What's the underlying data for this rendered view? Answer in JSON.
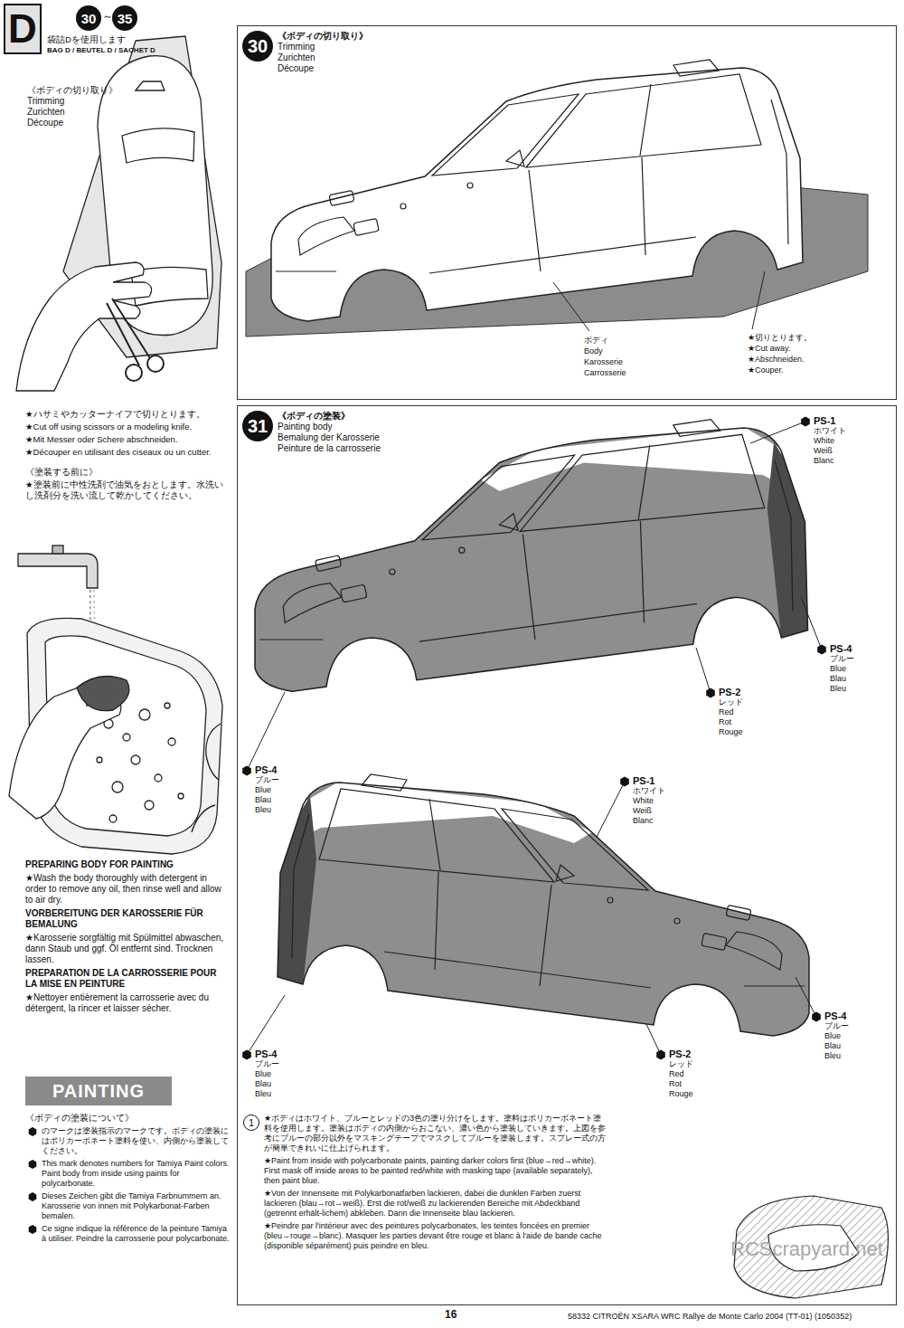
{
  "diagram": {
    "nodes": [
      {
        "text": [
          "D"
        ]
      },
      {
        "text": [
          "30"
        ]
      },
      {
        "text": [
          "35"
        ]
      },
      {
        "text": [
          "《ボディの切り取り》",
          "Trimming",
          "Zurichten",
          "Découpe"
        ]
      },
      {
        "text": [
          "30"
        ],
        "in": 3
      },
      {
        "text": [
          "《ボディの塗装》",
          "Painting body",
          "Bemalung der Karosserie",
          "Peinture de la carrosserie"
        ]
      },
      {
        "text": [
          "31"
        ],
        "in": 5
      },
      {
        "text": [
          "PAINTING"
        ]
      },
      {
        "text": [
          "1"
        ],
        "in": 5
      }
    ],
    "labels": [
      "～",
      "袋詰Dを使用します",
      "BAG D / BEUTEL D / SACHET D",
      "《ボディの切り取り》",
      "Trimming",
      "Zurichten",
      "Découpe",
      "★ハサミやカッターナイフで切りとります。",
      "★Cut off using scissors or a modeling knife.",
      "★Mit Messer oder Schere abschneiden.",
      "★Découper en utilisant des ciseaux ou un cutter.",
      "《塗装する前に》",
      "★塗装前に中性洗剤で油気をおとします。水洗いし洗剤分を洗い流して乾かしてください。",
      "PREPARING BODY FOR PAINTING",
      "★Wash the body thoroughly with detergent in order to remove any oil, then rinse well and allow to air dry.",
      "VORBEREITUNG DER KAROSSERIE FÜR BEMALUNG",
      "★Karosserie sorgfältig mit Spülmittel abwaschen, dann Staub und ggf. Öl entfernt sind. Trocknen lassen.",
      "PREPARATION DE LA CARROSSERIE POUR LA MISE EN PEINTURE",
      "★Nettoyer entièrement la carrosserie avec du détergent, la rincer et laisser sécher.",
      "《ボディの塗装について》",
      "のマークは塗装指示のマークです。ボディの塗装にはポリカーボネート塗料を使い、内側から塗装してください。",
      "This mark denotes numbers for Tamiya Paint colors. Paint body from inside using paints for polycarbonate.",
      "Dieses Zeichen gibt die Tamiya Farbnummern an. Karosserie von innen mit Polykarbonat-Farben bemalen.",
      "Ce signe indique la référence de la peinture Tamiya à utiliser. Peindre la carrosserie pour polycarbonate.",
      "★切りとります。",
      "★Cut away.",
      "★Abschneiden.",
      "★Couper.",
      "ボディ",
      "Body",
      "Karosserie",
      "Carrosserie",
      "PS-1",
      "ホワイト",
      "White",
      "Weiß",
      "Blanc",
      "PS-4",
      "ブルー",
      "Blue",
      "Blau",
      "Bleu",
      "PS-2",
      "レッド",
      "Red",
      "Rot",
      "Rouge",
      "PS-1",
      "ホワイト",
      "White",
      "Weiß",
      "Blanc",
      "PS-4",
      "ブルー",
      "Blue",
      "Blau",
      "Bleu",
      "PS-4",
      "ブルー",
      "Blue",
      "Blau",
      "Bleu",
      "PS-4",
      "ブルー",
      "Blue",
      "Blau",
      "Bleu",
      "PS-2",
      "レッド",
      "Red",
      "Rot",
      "Rouge",
      "★ボディはホワイト、ブルーとレッドの3色の塗り分けをします。塗料はポリカーボネート塗料を使用します。塗装はボディの内側からおこない、濃い色から塗装していきます。上図を参考にブルーの部分以外をマスキングテープでマスクしてブルーを塗装します。スプレー式の方が簡単できれいに仕上げられます。",
      "★Paint from inside with polycarbonate paints, painting darker colors first (blue→red→white). First mask off inside areas to be painted red/white with masking tape (available separately), then paint blue.",
      "★Von der Innenseite mit Polykarbonatfarben lackieren, dabei die dunklen Farben zuerst lackieren (blau→rot→weiß). Erst die rot/weiß zu lackierenden Bereiche mit Abdeckband (getrennt erhält-lichem) abkleben. Dann die Innenseite blau lackieren.",
      "★Peindre par l'intérieur avec des peintures polycarbonates, les teintes foncées en premier (bleu→rouge→blanc). Masquer les parties devant être rouge et blanc à l'aide de bande cache (disponible séparément) puis peindre en bleu.",
      "16",
      "58332 CITROËN XSARA WRC Rallye de Monte Carlo 2004 (TT-01) (1050352)",
      "RCScrapyard.net"
    ]
  }
}
